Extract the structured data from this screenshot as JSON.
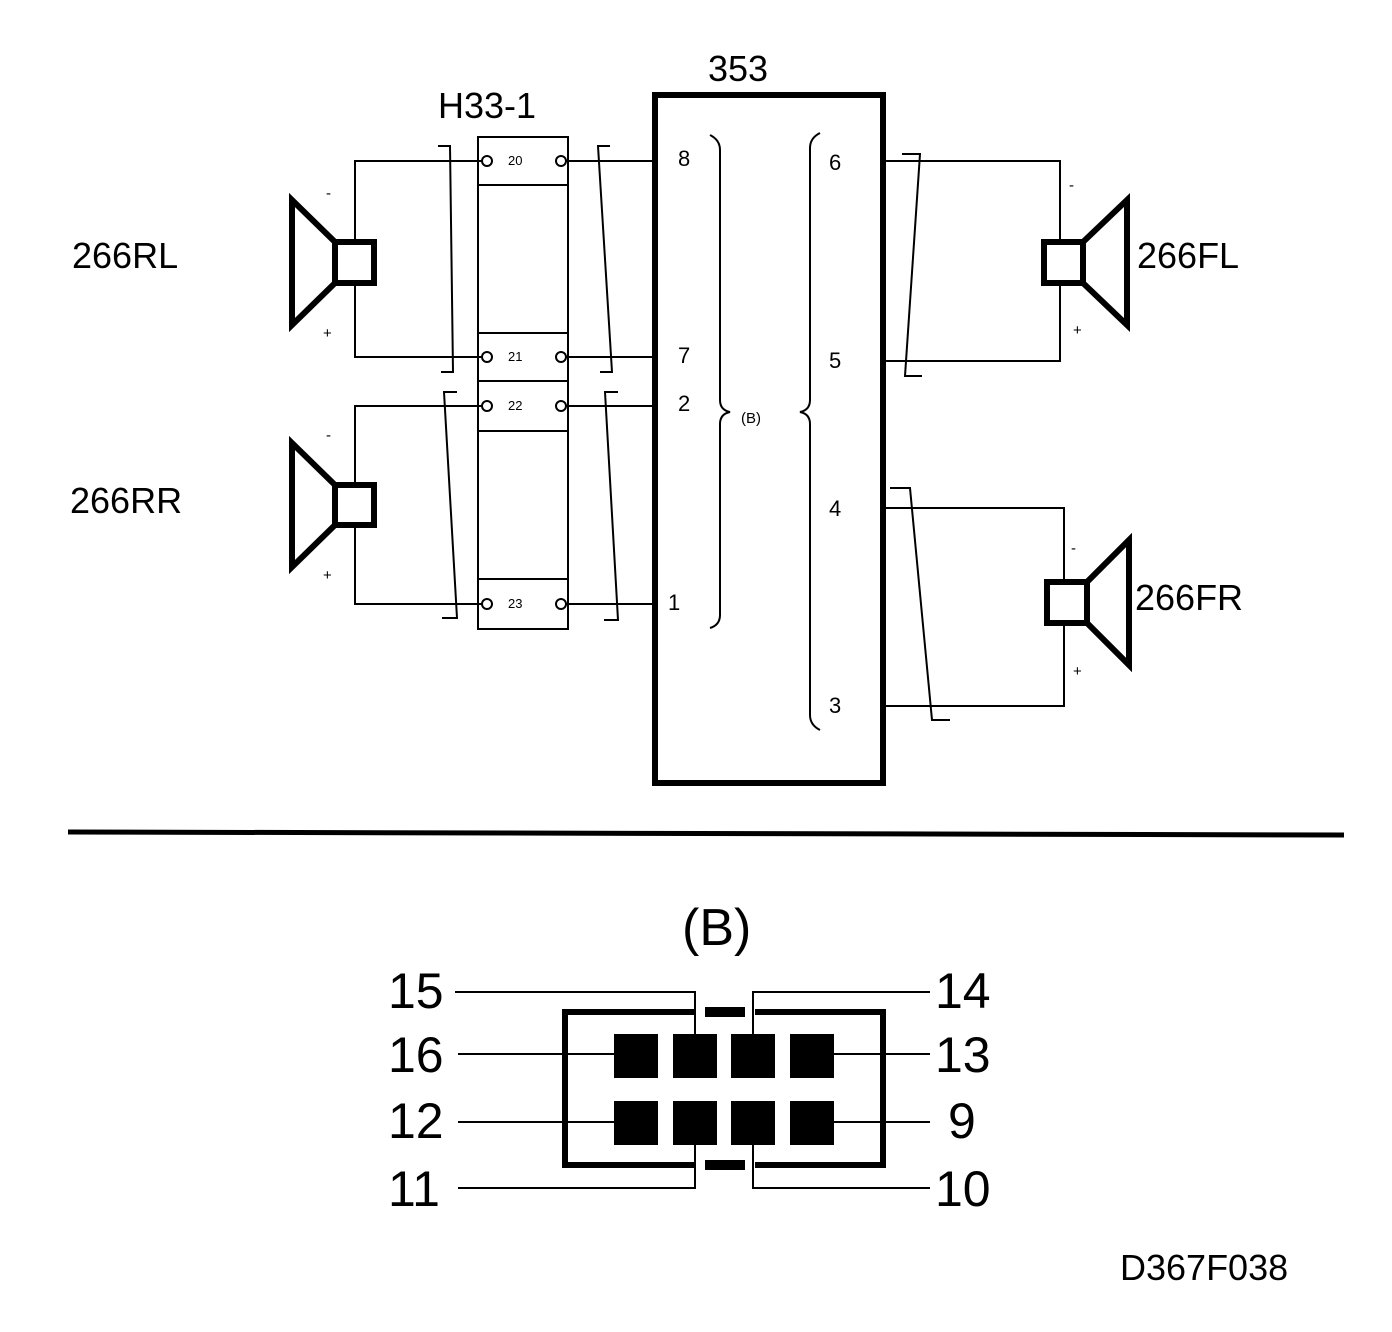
{
  "unit_label": "353",
  "fuse_block_label": "H33-1",
  "speakers": {
    "rl": {
      "label": "266RL",
      "minus": "-",
      "plus": "+"
    },
    "rr": {
      "label": "266RR",
      "minus": "-",
      "plus": "+"
    },
    "fl": {
      "label": "266FL",
      "minus": "-",
      "plus": "+"
    },
    "fr": {
      "label": "266FR",
      "minus": "-",
      "plus": "+"
    }
  },
  "h33_terminals": [
    "20",
    "21",
    "22",
    "23"
  ],
  "unit_pins_left": [
    "8",
    "7",
    "2",
    "1"
  ],
  "unit_pins_right": [
    "6",
    "5",
    "4",
    "3"
  ],
  "group_label": "(B)",
  "connector": {
    "title": "(B)",
    "left_labels": [
      "15",
      "16",
      "12",
      "11"
    ],
    "right_labels": [
      "14",
      "13",
      "9",
      "10"
    ]
  },
  "figure_id": "D367F038"
}
